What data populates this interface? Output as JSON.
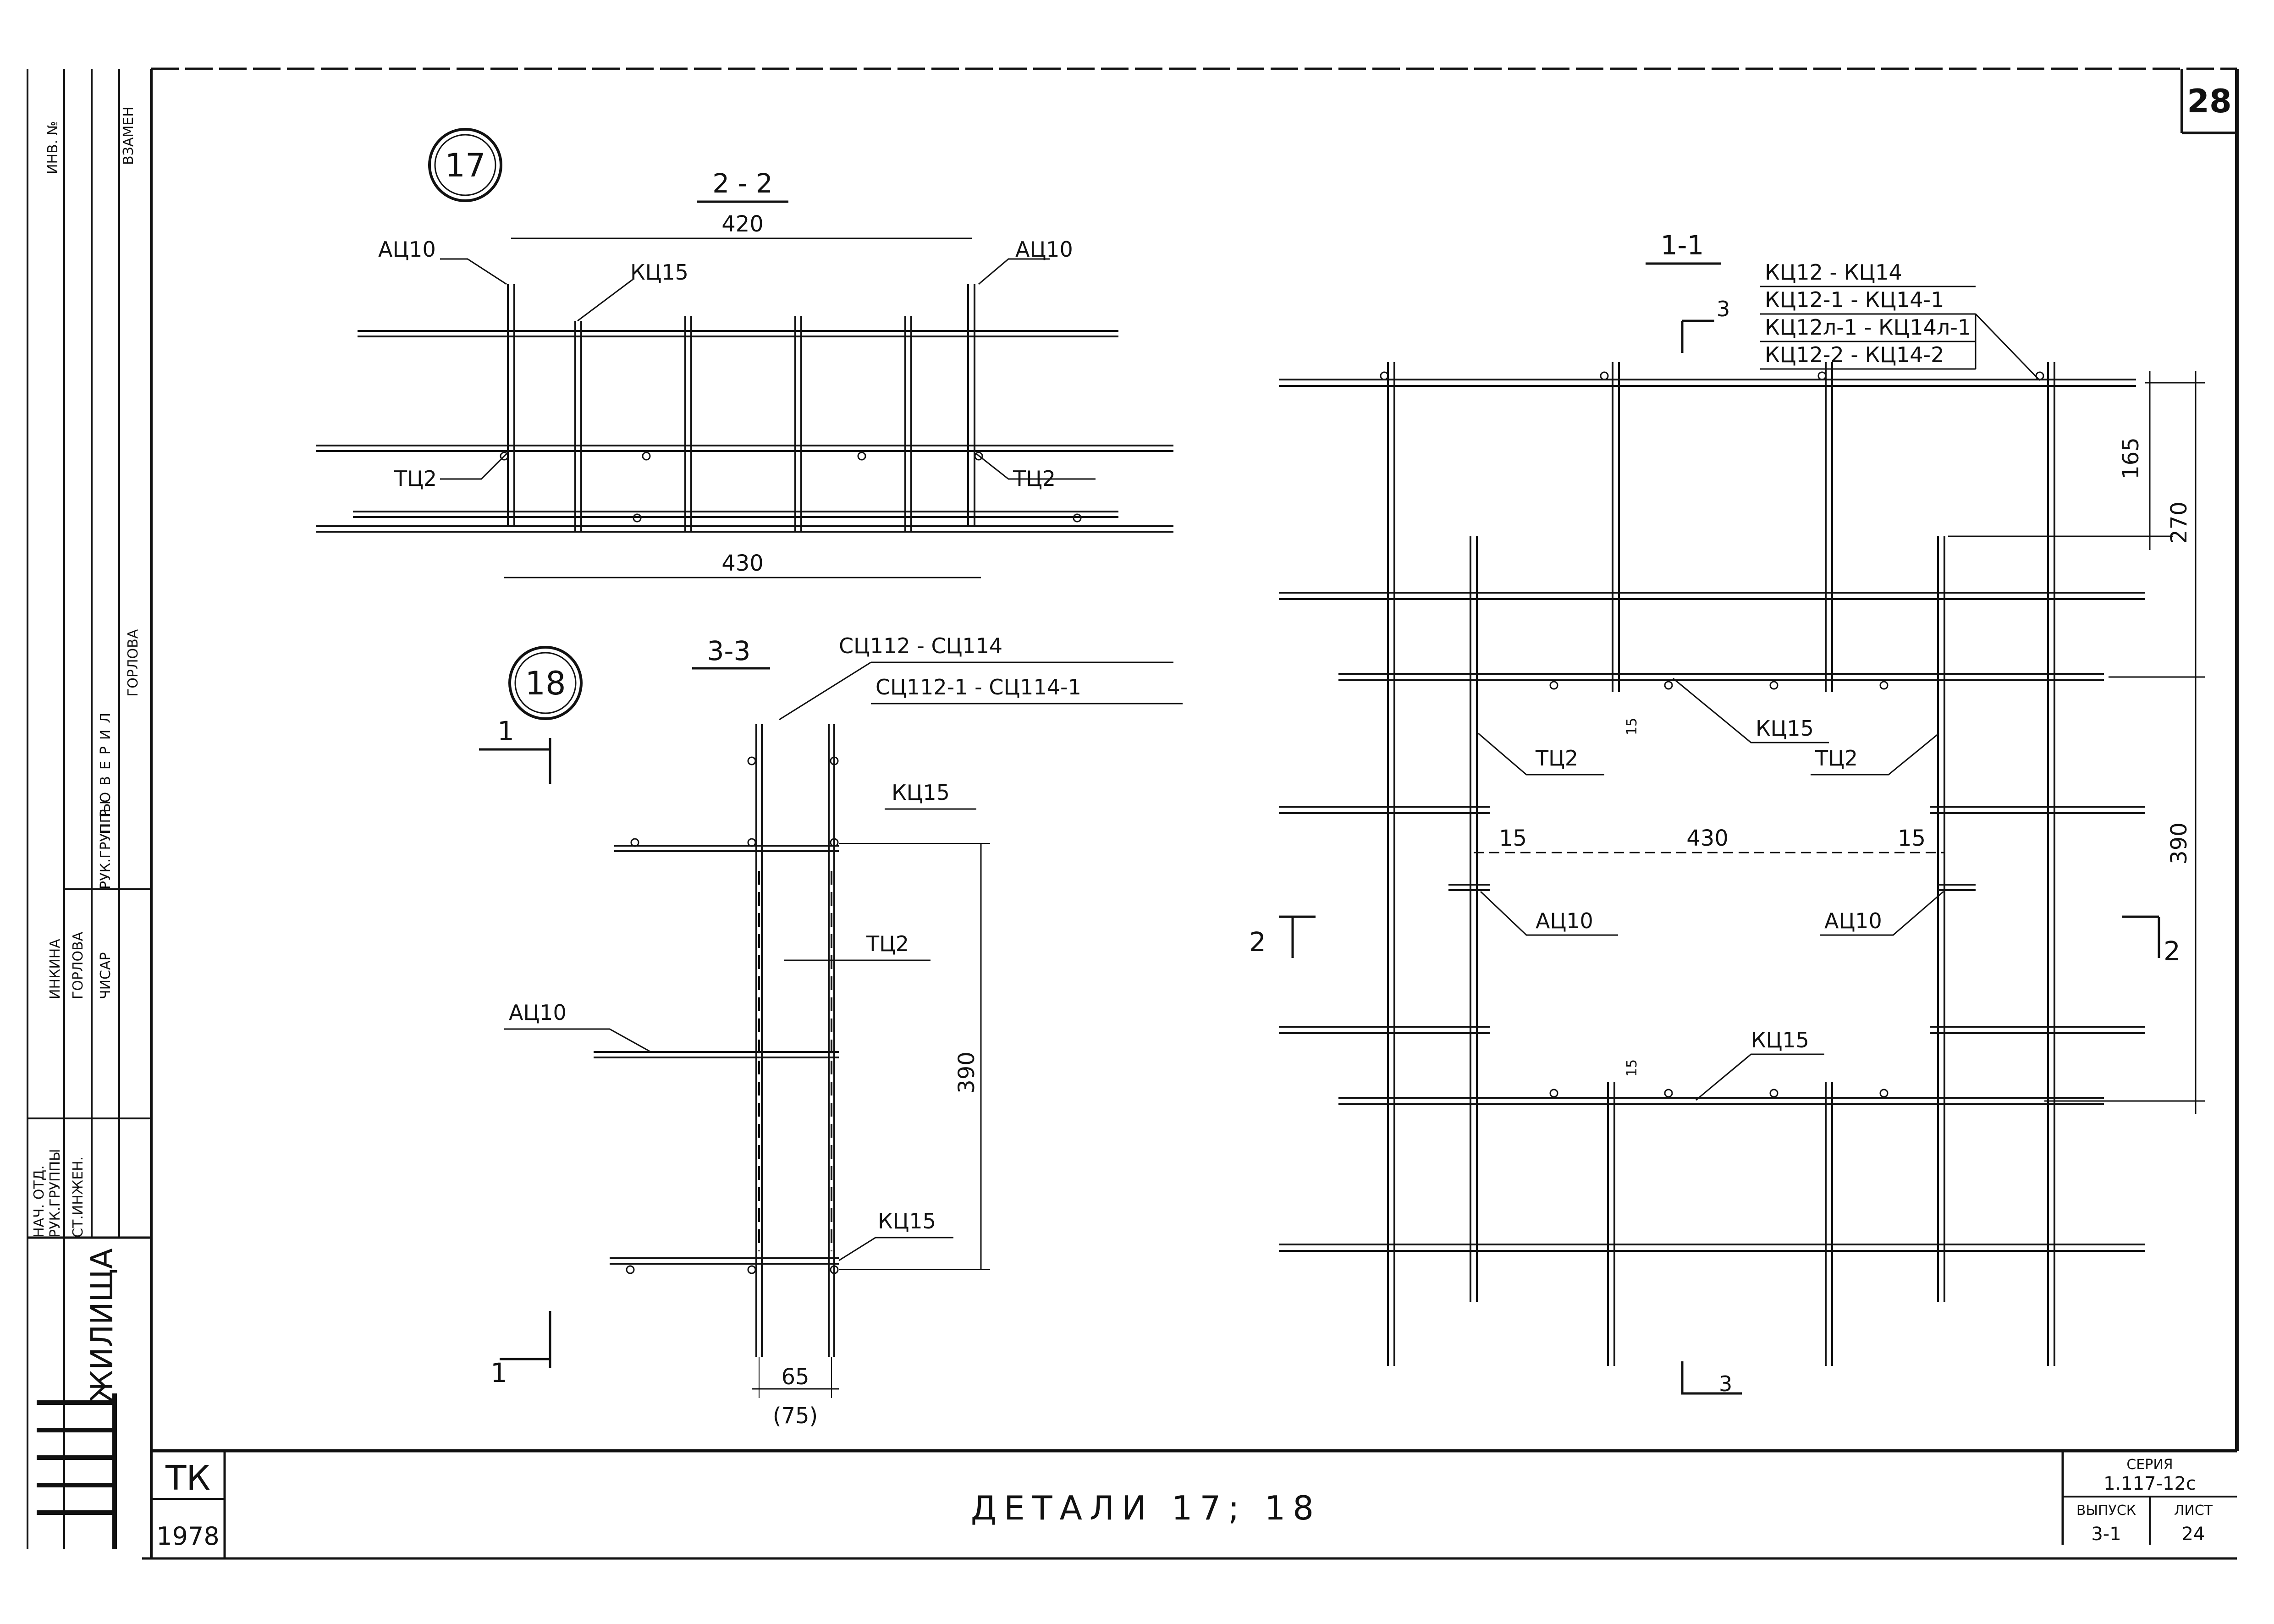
{
  "sheet": {
    "sheet_no": "28",
    "drawing_title": "ДЕТАЛИ 17; 18",
    "org": "ТК",
    "year": "1978",
    "institute": "ЖИЛИЩА",
    "series_label": "СЕРИЯ",
    "series_value": "1.117-12с",
    "issue_label": "ВЫПУСК",
    "issue_value": "3-1",
    "page_label": "ЛИСТ",
    "page_value": "24"
  },
  "side_stamp": {
    "inv": "ИНВ. №",
    "replace": "ВЗАМЕН",
    "checked": "ПРОВЕРИЛ",
    "head_group": "РУК.ГРУППЫ",
    "checker_name": "ГОРЛОВА",
    "roles": [
      "НАЧ. ОТД.",
      "РУК.ГРУППЫ",
      "СТ.ИНЖЕН."
    ],
    "names": [
      "ИНКИНА",
      "ГОРЛОВА",
      "ЧИСАР"
    ]
  },
  "detail17": {
    "number": "17",
    "section": "2 - 2",
    "dim_top": "420",
    "dim_bottom": "430",
    "lbl_ac10_left": "АЦ10",
    "lbl_ac10_right": "АЦ10",
    "lbl_kc15": "КЦ15",
    "lbl_tc2_left": "ТЦ2",
    "lbl_tc2_right": "ТЦ2"
  },
  "detail18": {
    "number": "18",
    "section": "3-3",
    "cc_line1": "СЦ112 - СЦ114",
    "cc_line2": "СЦ112-1 - СЦ114-1",
    "cut_mark": "1",
    "lbl_kc15_top": "КЦ15",
    "lbl_tc2": "ТЦ2",
    "lbl_ac10": "АЦ10",
    "lbl_kc15_bottom": "КЦ15",
    "dim_390": "390",
    "dim_65": "65",
    "dim_75": "(75)"
  },
  "section11": {
    "section": "1-1",
    "cut_3": "3",
    "cut_2": "2",
    "kc_line1": "КЦ12 - КЦ14",
    "kc_line2": "КЦ12-1 - КЦ14-1",
    "kc_line3": "КЦ12л-1 - КЦ14л-1",
    "kc_line4": "КЦ12-2 - КЦ14-2",
    "dim_165": "165",
    "dim_270": "270",
    "dim_390": "390",
    "dim_15": "15",
    "dim_430": "430",
    "lbl_kc15": "КЦ15",
    "lbl_tc2": "ТЦ2",
    "lbl_ac10": "АЦ10"
  }
}
